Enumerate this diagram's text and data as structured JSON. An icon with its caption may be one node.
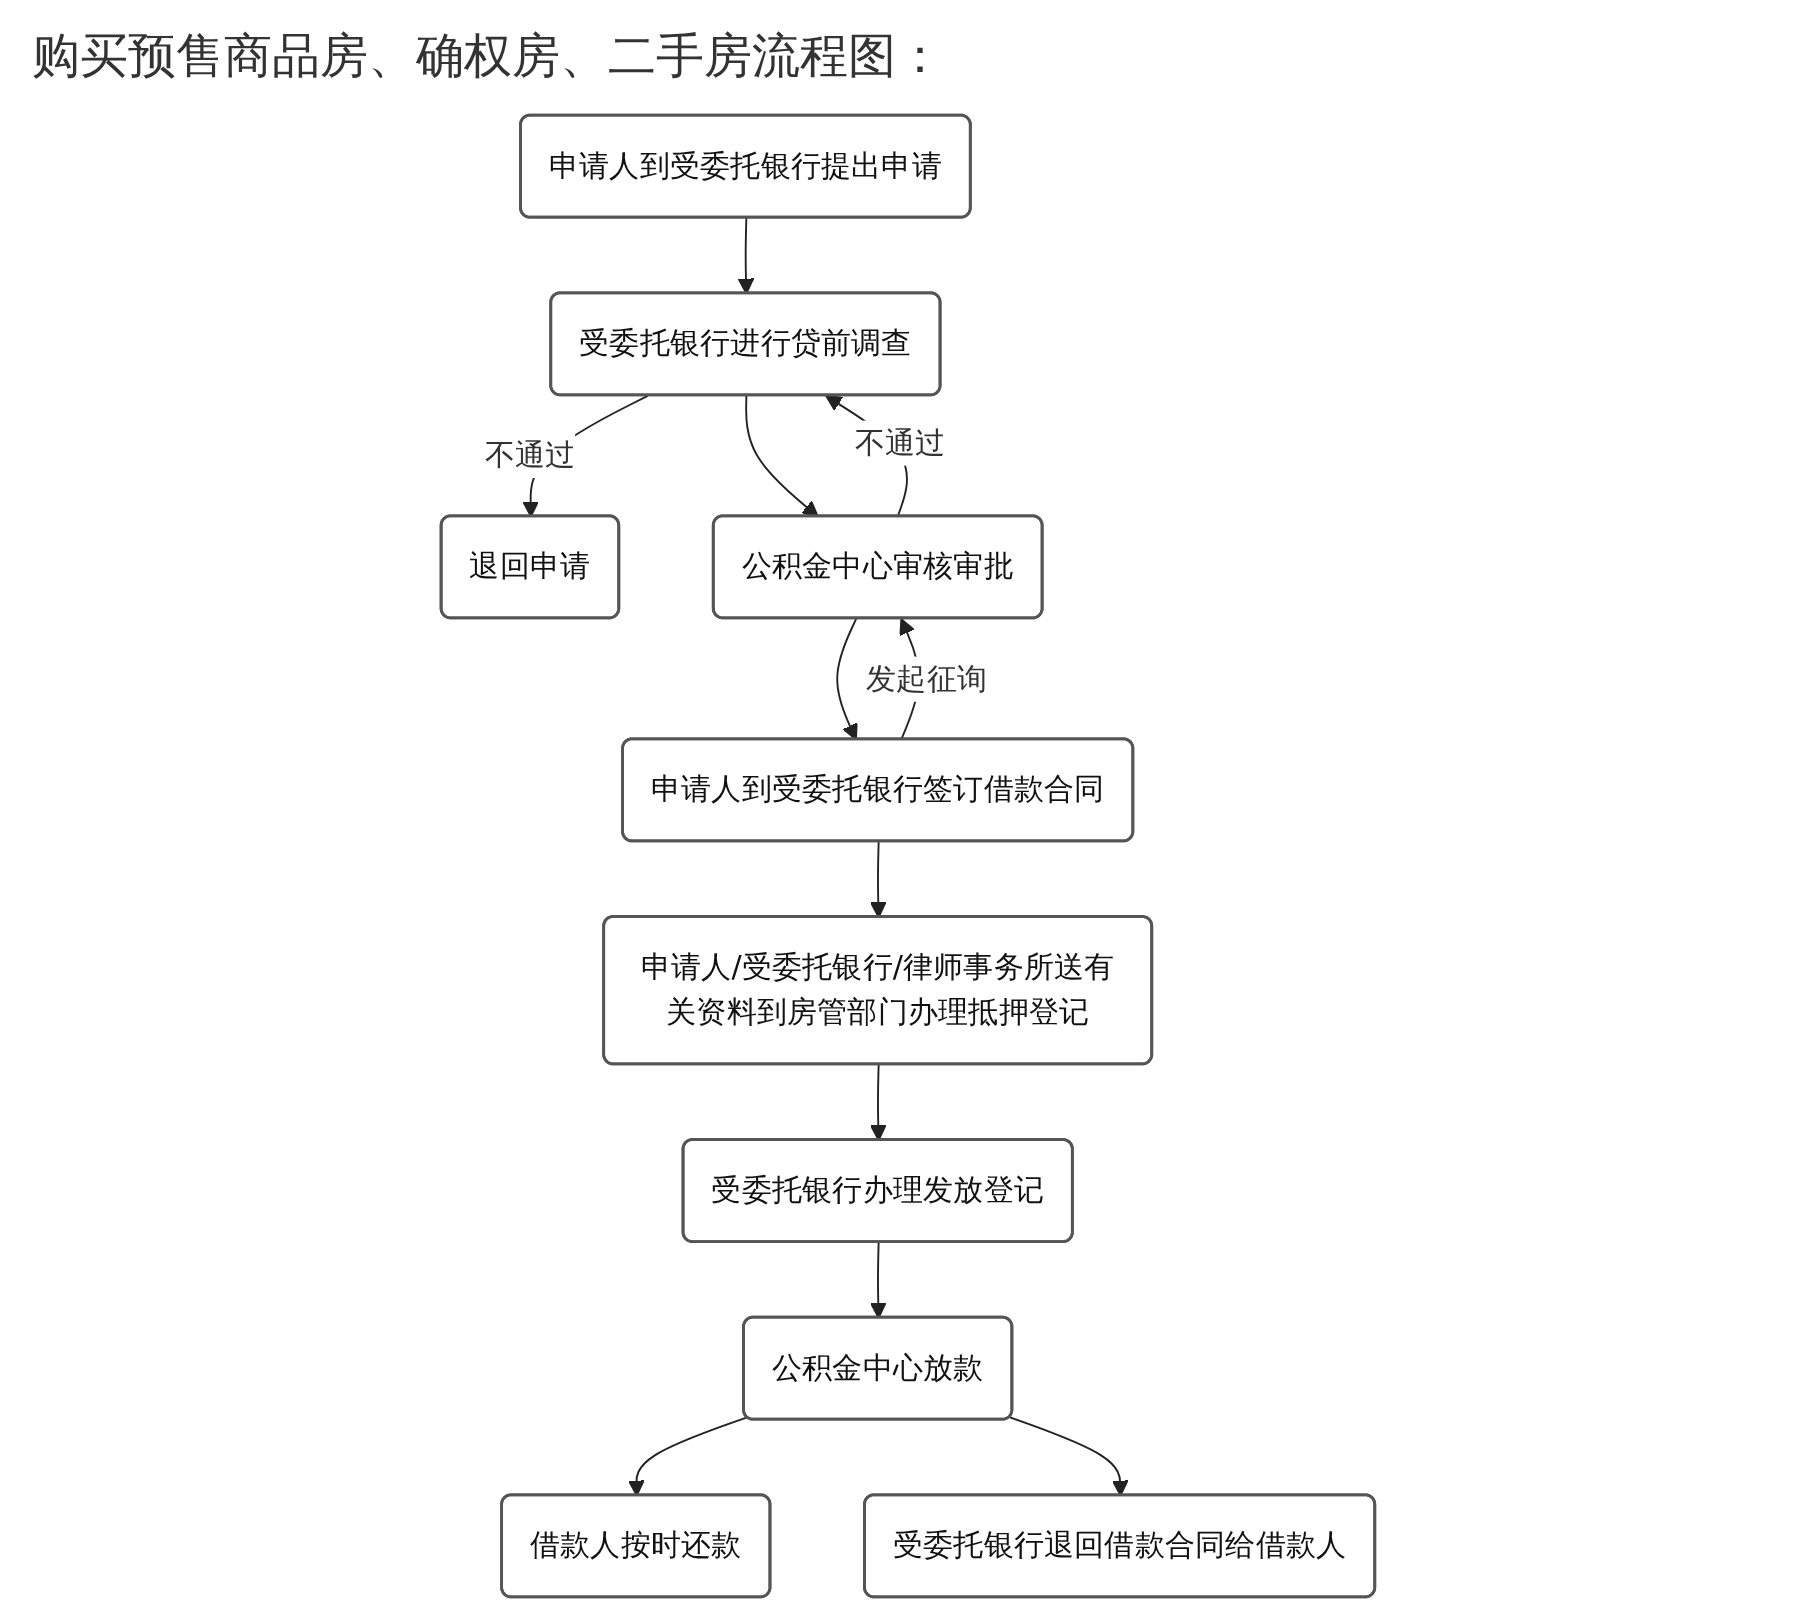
{
  "diagram": {
    "title": "购买预售商品房、确权房、二手房流程图：",
    "nodes": [
      {
        "text": [
          "申请人到受委托银行提出申请"
        ]
      },
      {
        "text": [
          "受委托银行进行贷前调查"
        ]
      },
      {
        "text": [
          "退回申请"
        ]
      },
      {
        "text": [
          "公积金中心审核审批"
        ]
      },
      {
        "text": [
          "申请人到受委托银行签订借款合同"
        ]
      },
      {
        "text": [
          "申请人/受委托银行/律师事务所送有关资料到房管部门办理抵押登记"
        ]
      },
      {
        "text": [
          "受委托银行办理发放登记"
        ]
      },
      {
        "text": [
          "公积金中心放款"
        ]
      },
      {
        "text": [
          "借款人按时还款"
        ]
      },
      {
        "text": [
          "受委托银行退回借款合同给借款人"
        ]
      }
    ],
    "edges": [
      {
        "from": 0,
        "to": 1,
        "arrow": "to"
      },
      {
        "from": 1,
        "to": 2,
        "arrow": "to",
        "label": "不通过"
      },
      {
        "from": 1,
        "to": 3,
        "arrow": "to"
      },
      {
        "from": 3,
        "to": 1,
        "arrow": "to",
        "label": "不通过"
      },
      {
        "from": 3,
        "to": 4,
        "arrow": "to"
      },
      {
        "from": 4,
        "to": 3,
        "arrow": "to",
        "label": "发起征询"
      },
      {
        "from": 4,
        "to": 5,
        "arrow": "to"
      },
      {
        "from": 5,
        "to": 6,
        "arrow": "to"
      },
      {
        "from": 6,
        "to": 7,
        "arrow": "to"
      },
      {
        "from": 7,
        "to": 8,
        "arrow": "to"
      },
      {
        "from": 7,
        "to": 9,
        "arrow": "to"
      }
    ]
  }
}
